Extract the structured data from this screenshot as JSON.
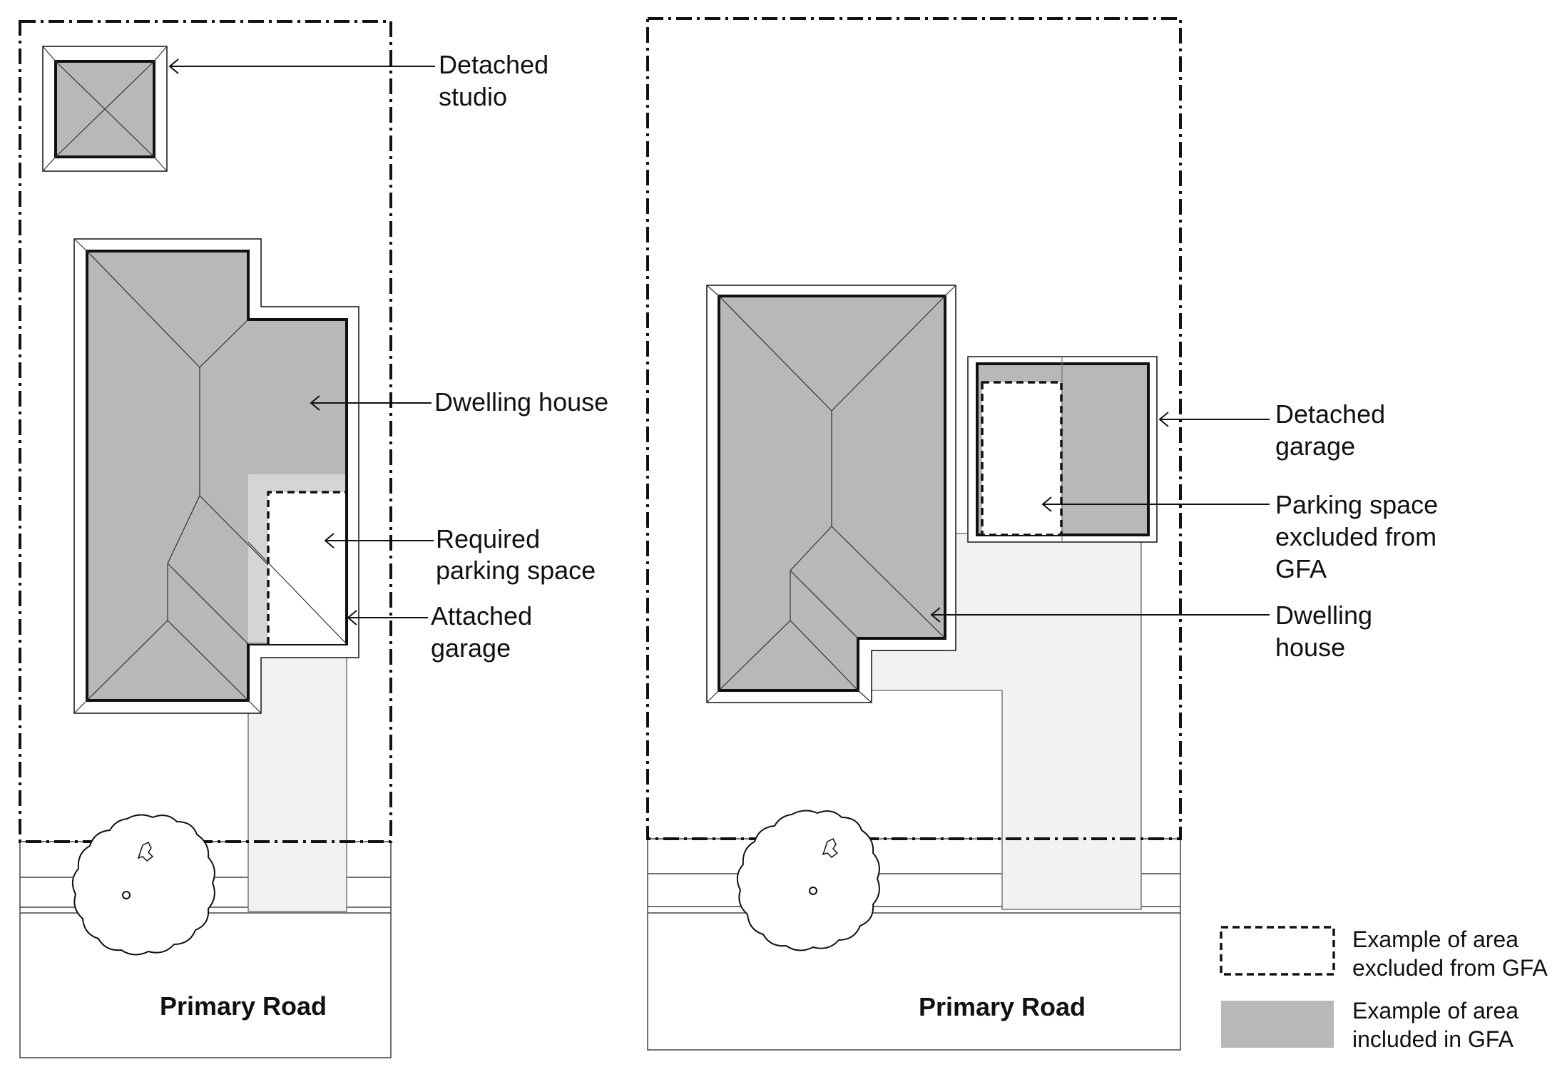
{
  "colors": {
    "included": "#b8b8b8",
    "driveway": "#f2f2f2",
    "line": "#111111"
  },
  "left_plan": {
    "labels": {
      "studio_1": "Detached",
      "studio_2": "studio",
      "dwelling": "Dwelling house",
      "parking_1": "Required",
      "parking_2": "parking space",
      "garage_1": "Attached",
      "garage_2": "garage"
    },
    "road": "Primary Road"
  },
  "right_plan": {
    "labels": {
      "garage_1": "Detached",
      "garage_2": "garage",
      "parking_1": "Parking space",
      "parking_2": "excluded from",
      "parking_3": "GFA",
      "dwelling_1": "Dwelling",
      "dwelling_2": "house"
    },
    "road": "Primary Road"
  },
  "legend": {
    "excluded_1": "Example of area",
    "excluded_2": "excluded from GFA",
    "included_1": "Example of area",
    "included_2": "included in GFA"
  }
}
